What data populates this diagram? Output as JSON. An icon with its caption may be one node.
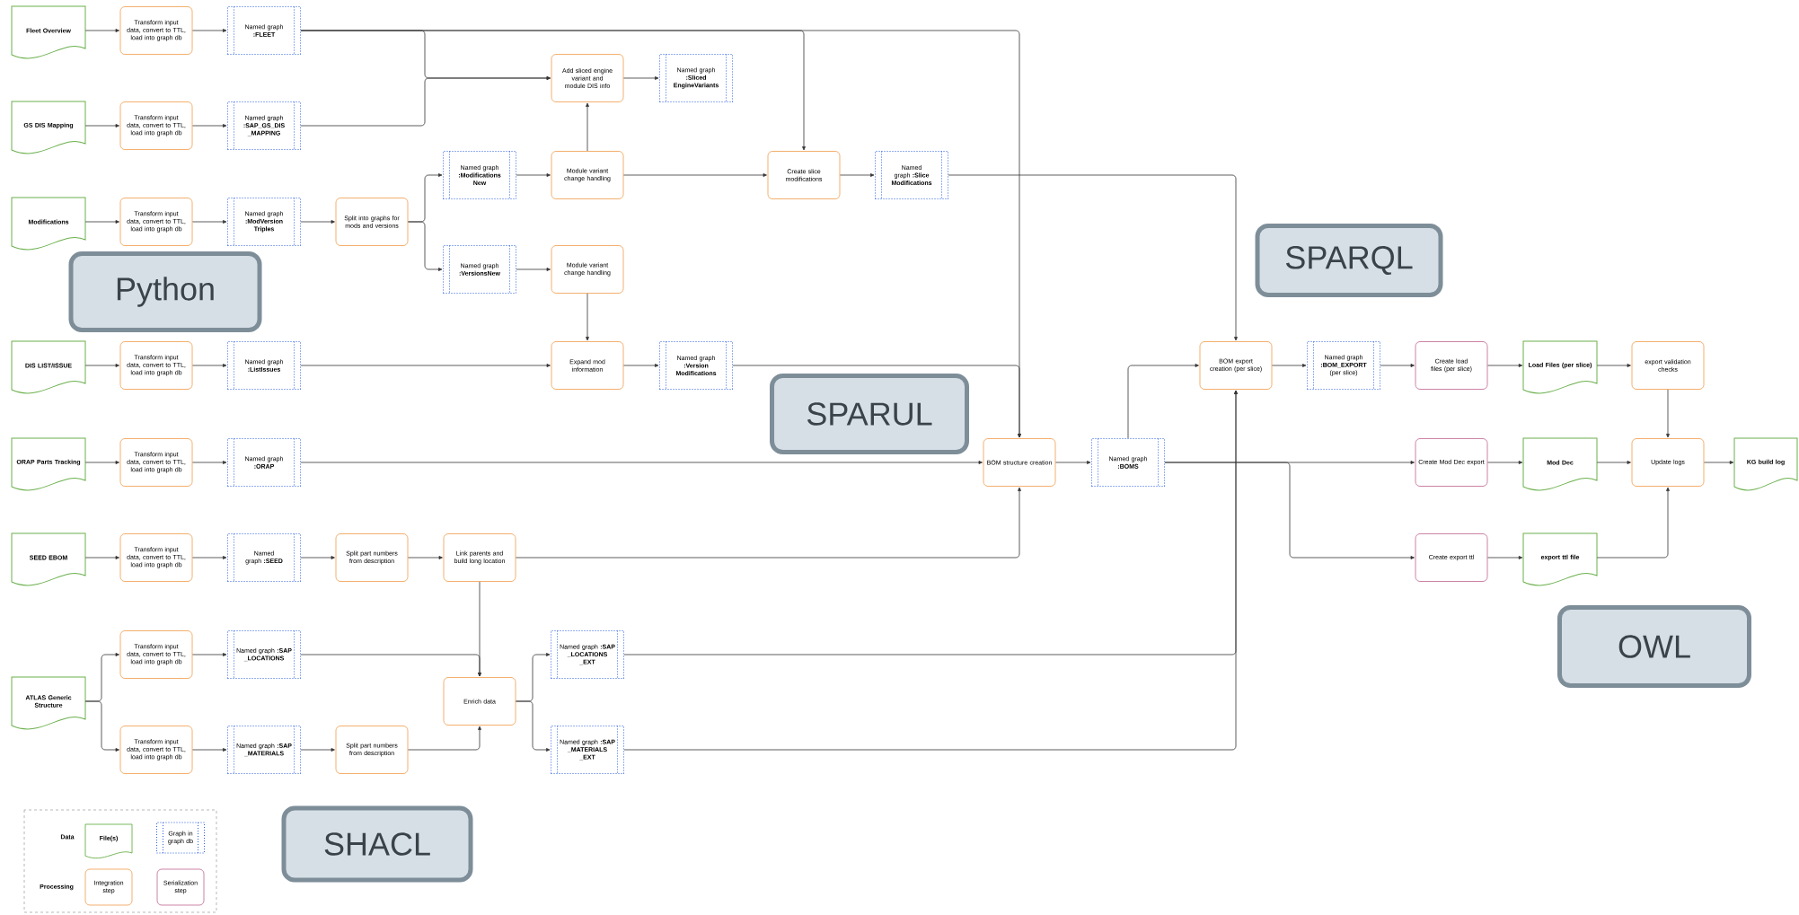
{
  "diagram": {
    "nodes": [
      {
        "text": [
          "Fleet Overview"
        ]
      },
      {
        "text": [
          "Transform input data, convert to TTL, load into graph db"
        ]
      },
      {
        "text": [
          "Named graph **:FLEET**"
        ]
      },
      {
        "text": [
          "GS DIS Mapping"
        ]
      },
      {
        "text": [
          "Transform input data, convert to TTL, load into graph db"
        ]
      },
      {
        "text": [
          "Named graph **:SAP_GS_DIS _MAPPING**"
        ]
      },
      {
        "text": [
          "Modifications"
        ]
      },
      {
        "text": [
          "Transform input data, convert to TTL, load into graph db"
        ]
      },
      {
        "text": [
          "Named graph **:ModVersion Triples**"
        ]
      },
      {
        "text": [
          "Split into graphs for mods and versions"
        ]
      },
      {
        "text": [
          "Named graph **:Modifications New**"
        ]
      },
      {
        "text": [
          "Named graph **:VersionsNew**"
        ]
      },
      {
        "text": [
          "Add sliced engine variant and module DIS info"
        ]
      },
      {
        "text": [
          "Named graph **:Sliced EngineVariants**"
        ]
      },
      {
        "text": [
          "Module variant change handling"
        ]
      },
      {
        "text": [
          "Module variant change handling"
        ]
      },
      {
        "text": [
          "Create slice modifications"
        ]
      },
      {
        "text": [
          "Named graph **:Slice Modifications**"
        ]
      },
      {
        "text": [
          "DIS LIST/ISSUE"
        ]
      },
      {
        "text": [
          "Transform input data, convert to TTL, load into graph db"
        ]
      },
      {
        "text": [
          "Named graph **:ListIssues**"
        ]
      },
      {
        "text": [
          "Expand mod information"
        ]
      },
      {
        "text": [
          "Named graph **:Version Modifications**"
        ]
      },
      {
        "text": [
          "ORAP Parts Tracking"
        ]
      },
      {
        "text": [
          "Transform input data, convert to TTL, load into graph db"
        ]
      },
      {
        "text": [
          "Named graph **:ORAP**"
        ]
      },
      {
        "text": [
          "SEED EBOM"
        ]
      },
      {
        "text": [
          "Transform input data, convert to TTL, load into graph db"
        ]
      },
      {
        "text": [
          "Named graph **:SEED**"
        ]
      },
      {
        "text": [
          "Split part numbers from description"
        ]
      },
      {
        "text": [
          "Link parents and build long location"
        ]
      },
      {
        "text": [
          "ATLAS Generic Structure"
        ]
      },
      {
        "text": [
          "Transform input data, convert to TTL, load into graph db"
        ]
      },
      {
        "text": [
          "Named graph **:SAP _LOCATIONS**"
        ]
      },
      {
        "text": [
          "Transform input data, convert to TTL, load into graph db"
        ]
      },
      {
        "text": [
          "Named graph **:SAP _MATERIALS**"
        ]
      },
      {
        "text": [
          "Split part numbers from description"
        ]
      },
      {
        "text": [
          "Enrich data"
        ]
      },
      {
        "text": [
          "Named graph **:SAP _LOCATIONS _EXT**"
        ]
      },
      {
        "text": [
          "Named graph **:SAP _MATERIALS _EXT**"
        ]
      },
      {
        "text": [
          "BOM structure creation"
        ]
      },
      {
        "text": [
          "Named graph **:BOMS**"
        ]
      },
      {
        "text": [
          "BOM export creation (per slice)"
        ]
      },
      {
        "text": [
          "Named graph **:BOM_EXPORT** (per slice)"
        ]
      },
      {
        "text": [
          "Create load files (per slice)"
        ]
      },
      {
        "text": [
          "Load Files (per slice)"
        ]
      },
      {
        "text": [
          "export validation checks"
        ]
      },
      {
        "text": [
          "Create Mod Dec export"
        ]
      },
      {
        "text": [
          "Mod Dec"
        ]
      },
      {
        "text": [
          "Update logs"
        ]
      },
      {
        "text": [
          "KG build log"
        ]
      },
      {
        "text": [
          "Create export ttl"
        ]
      },
      {
        "text": [
          "export ttl file"
        ]
      },
      {
        "text": [
          "Python"
        ]
      },
      {
        "text": [
          "SPARUL"
        ]
      },
      {
        "text": [
          "SHACL"
        ]
      },
      {
        "text": [
          "SPARQL"
        ]
      },
      {
        "text": [
          "OWL"
        ]
      }
    ],
    "edges": [
      {
        "from": 0,
        "to": 1,
        "arrow": "to"
      },
      {
        "from": 1,
        "to": 2,
        "arrow": "to"
      },
      {
        "from": 3,
        "to": 4,
        "arrow": "to"
      },
      {
        "from": 4,
        "to": 5,
        "arrow": "to"
      },
      {
        "from": 6,
        "to": 7,
        "arrow": "to"
      },
      {
        "from": 7,
        "to": 8,
        "arrow": "to"
      },
      {
        "from": 8,
        "to": 9,
        "arrow": "to"
      },
      {
        "from": 9,
        "to": 10,
        "arrow": "to"
      },
      {
        "from": 9,
        "to": 11,
        "arrow": "to"
      },
      {
        "from": 2,
        "to": 12,
        "arrow": "to"
      },
      {
        "from": 5,
        "to": 12,
        "arrow": "to"
      },
      {
        "from": 12,
        "to": 13,
        "arrow": "to"
      },
      {
        "from": 10,
        "to": 14,
        "arrow": "to"
      },
      {
        "from": 14,
        "to": 12,
        "arrow": "to"
      },
      {
        "from": 14,
        "to": 16,
        "arrow": "to"
      },
      {
        "from": 2,
        "to": 16,
        "arrow": "to"
      },
      {
        "from": 16,
        "to": 17,
        "arrow": "to"
      },
      {
        "from": 17,
        "to": 42,
        "arrow": "to"
      },
      {
        "from": 11,
        "to": 15,
        "arrow": "to"
      },
      {
        "from": 15,
        "to": 21,
        "arrow": "to"
      },
      {
        "from": 18,
        "to": 19,
        "arrow": "to"
      },
      {
        "from": 19,
        "to": 20,
        "arrow": "to"
      },
      {
        "from": 20,
        "to": 21,
        "arrow": "to"
      },
      {
        "from": 21,
        "to": 22,
        "arrow": "to"
      },
      {
        "from": 2,
        "to": 40,
        "arrow": "to"
      },
      {
        "from": 22,
        "to": 40,
        "arrow": "to"
      },
      {
        "from": 23,
        "to": 24,
        "arrow": "to"
      },
      {
        "from": 24,
        "to": 25,
        "arrow": "to"
      },
      {
        "from": 25,
        "to": 40,
        "arrow": "to"
      },
      {
        "from": 26,
        "to": 27,
        "arrow": "to"
      },
      {
        "from": 27,
        "to": 28,
        "arrow": "to"
      },
      {
        "from": 28,
        "to": 29,
        "arrow": "to"
      },
      {
        "from": 29,
        "to": 30,
        "arrow": "to"
      },
      {
        "from": 30,
        "to": 40,
        "arrow": "to"
      },
      {
        "from": 30,
        "to": 37,
        "arrow": "to"
      },
      {
        "from": 31,
        "to": 32,
        "arrow": "to"
      },
      {
        "from": 31,
        "to": 34,
        "arrow": "to"
      },
      {
        "from": 32,
        "to": 33,
        "arrow": "to"
      },
      {
        "from": 34,
        "to": 35,
        "arrow": "to"
      },
      {
        "from": 35,
        "to": 36,
        "arrow": "to"
      },
      {
        "from": 33,
        "to": 37,
        "arrow": "to"
      },
      {
        "from": 36,
        "to": 37,
        "arrow": "to"
      },
      {
        "from": 37,
        "to": 38,
        "arrow": "to"
      },
      {
        "from": 37,
        "to": 39,
        "arrow": "to"
      },
      {
        "from": 38,
        "to": 42,
        "arrow": "to"
      },
      {
        "from": 39,
        "to": 42,
        "arrow": "to"
      },
      {
        "from": 40,
        "to": 41,
        "arrow": "to"
      },
      {
        "from": 41,
        "to": 42,
        "arrow": "to"
      },
      {
        "from": 41,
        "to": 47,
        "arrow": "to"
      },
      {
        "from": 41,
        "to": 51,
        "arrow": "to"
      },
      {
        "from": 42,
        "to": 43,
        "arrow": "to"
      },
      {
        "from": 43,
        "to": 44,
        "arrow": "to"
      },
      {
        "from": 44,
        "to": 45,
        "arrow": "to"
      },
      {
        "from": 45,
        "to": 46,
        "arrow": "to"
      },
      {
        "from": 46,
        "to": 49,
        "arrow": "to"
      },
      {
        "from": 47,
        "to": 48,
        "arrow": "to"
      },
      {
        "from": 48,
        "to": 49,
        "arrow": "to"
      },
      {
        "from": 49,
        "to": 50,
        "arrow": "to"
      },
      {
        "from": 51,
        "to": 52,
        "arrow": "to"
      },
      {
        "from": 52,
        "to": 49,
        "arrow": "to"
      }
    ],
    "labels": [
      "Data",
      "Processing"
    ],
    "legend": [
      {
        "text": "File(s)"
      },
      {
        "text": "Graph in graph db"
      },
      {
        "text": "Integration step"
      },
      {
        "text": "Serialization step"
      }
    ]
  }
}
